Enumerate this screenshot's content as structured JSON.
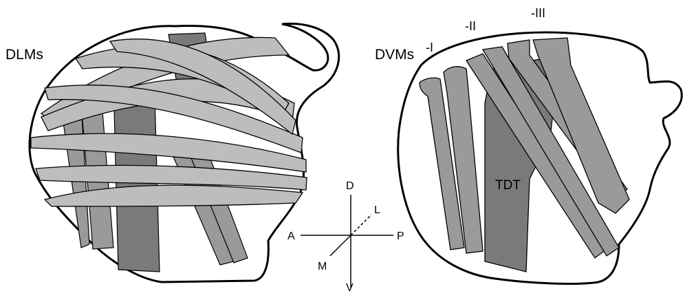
{
  "left_panel": {
    "title": "DLMs"
  },
  "right_panel": {
    "title": "DVMs",
    "muscle_labels": [
      "-I",
      "-II",
      "-III"
    ],
    "tdt_label": "TDT"
  },
  "axes": {
    "dorsal": "D",
    "ventral": "V",
    "anterior": "A",
    "posterior": "P",
    "lateral": "L",
    "medial": "M"
  },
  "colors": {
    "outline": "#000000",
    "light_muscle": "#bdbdbd",
    "mid_muscle": "#9a9a9a",
    "dark_muscle": "#7a7a7a",
    "background": "#ffffff"
  }
}
